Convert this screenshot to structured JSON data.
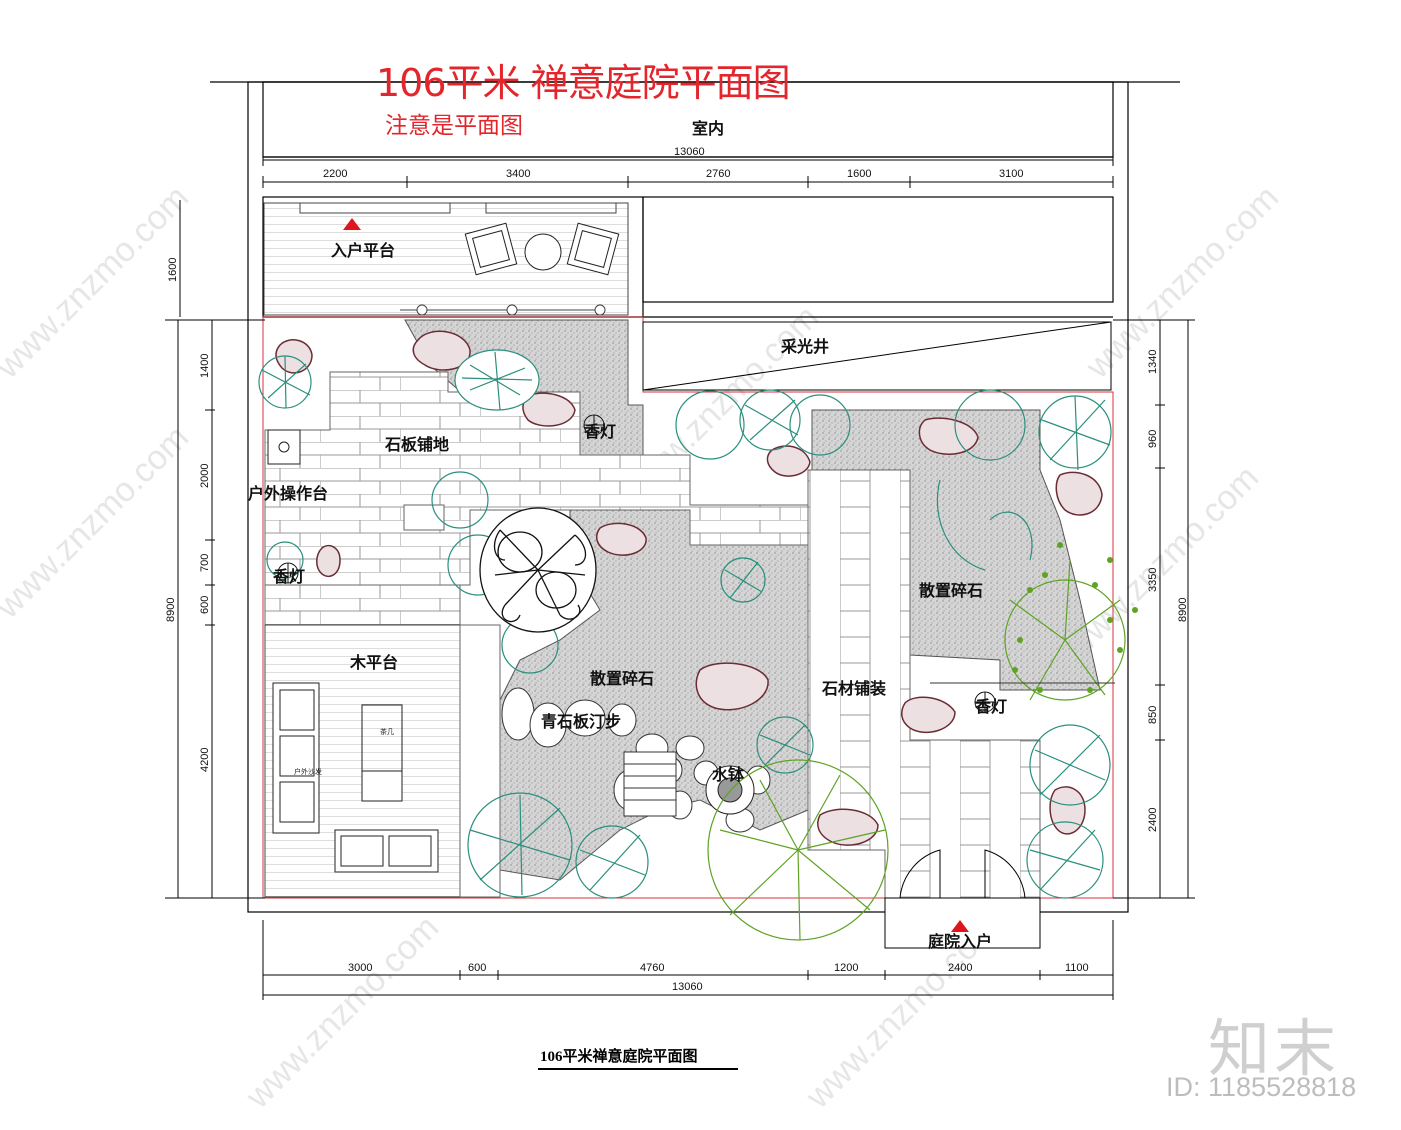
{
  "title": "106平米 禅意庭院平面图",
  "subtitle_note": "注意是平面图",
  "caption": "106平米禅意庭院平面图",
  "watermark": {
    "site": "www.znzmo.com",
    "brand": "知末",
    "id_label": "ID: 1185528818"
  },
  "labels": {
    "indoor": "室内",
    "entry_platform": "入户平台",
    "light_well": "采光井",
    "stone_slab_paving": "石板铺地",
    "outdoor_counter": "户外操作台",
    "wood_deck": "木平台",
    "scattered_gravel_center": "散置碎石",
    "scattered_gravel_right": "散置碎石",
    "stepping_stones": "青石板汀步",
    "stone_paving": "石材铺装",
    "water_bowl": "水钵",
    "courtyard_entrance": "庭院入户",
    "lamp_1": "香灯",
    "lamp_2": "香灯",
    "lamp_3": "香灯",
    "outdoor_sofa": "户外沙发",
    "tea_table": "茶几"
  },
  "dimensions": {
    "top_total": "13060",
    "top_segments": [
      "2200",
      "3400",
      "2760",
      "1600",
      "3100"
    ],
    "bottom_segments": [
      "3000",
      "600",
      "4760",
      "1200",
      "2400",
      "1100"
    ],
    "bottom_total": "13060",
    "left_outer_top": "1600",
    "left_total": "8900",
    "left_segments": [
      "1400",
      "2000",
      "700",
      "600",
      "4200"
    ],
    "right_total": "8900",
    "right_segments": [
      "1340",
      "960",
      "3350",
      "850",
      "2400"
    ]
  },
  "colors": {
    "title_red": "#e3262c",
    "boundary_red": "#d9303a",
    "plant_teal": "#2a8f7d",
    "plant_green": "#5ea324",
    "gravel": "#c9c9c9",
    "rock_fill": "#e8d4d6",
    "rock_edge": "#6b2c34"
  }
}
